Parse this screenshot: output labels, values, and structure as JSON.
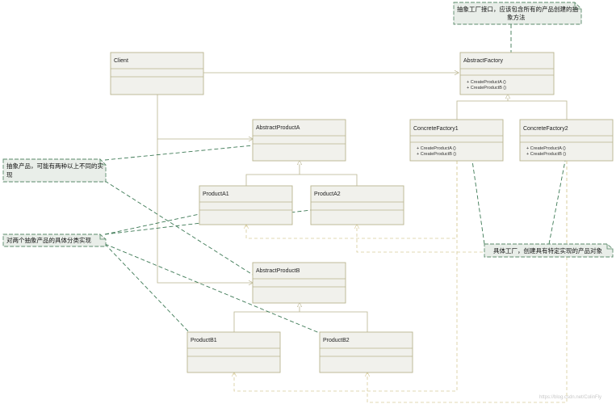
{
  "classes": {
    "client": {
      "name": "Client",
      "ops": []
    },
    "abstract_factory": {
      "name": "AbstractFactory",
      "ops": [
        "+ CreateProductA ()",
        "+ CreateProductB ()"
      ]
    },
    "concrete_factory1": {
      "name": "ConcreteFactory1",
      "ops": [
        "+ CreateProductA ()",
        "+ CreateProductB ()"
      ]
    },
    "concrete_factory2": {
      "name": "ConcreteFactory2",
      "ops": [
        "+ CreateProductA ()",
        "+ CreateProductB ()"
      ]
    },
    "abstract_product_a": {
      "name": "AbstractProductA",
      "ops": []
    },
    "product_a1": {
      "name": "ProductA1",
      "ops": []
    },
    "product_a2": {
      "name": "ProductA2",
      "ops": []
    },
    "abstract_product_b": {
      "name": "AbstractProductB",
      "ops": []
    },
    "product_b1": {
      "name": "ProductB1",
      "ops": []
    },
    "product_b2": {
      "name": "ProductB2",
      "ops": []
    }
  },
  "notes": {
    "factory_interface": {
      "lines": [
        "抽象工厂接口，应该包含所有的产品创建的抽",
        "象方法"
      ]
    },
    "abstract_product": {
      "lines": [
        "抽象产品，可能有两种以上不同的实",
        "现"
      ]
    },
    "concrete_product": {
      "lines": [
        "对两个抽象产品的具体分类实现"
      ]
    },
    "concrete_factory": {
      "lines": [
        "具体工厂，创建具有特定实现的产品对象"
      ]
    }
  },
  "watermark": "https://blog.csdn.net/ColinFly",
  "colors": {
    "class_fill": "#f1f1ec",
    "class_border": "#b9b48e",
    "note_fill": "#e9eee9",
    "note_border": "#5a8a6a",
    "assoc_line": "#b9b48e",
    "dep_line": "#d8cc9a",
    "note_link": "#3e7a56"
  }
}
